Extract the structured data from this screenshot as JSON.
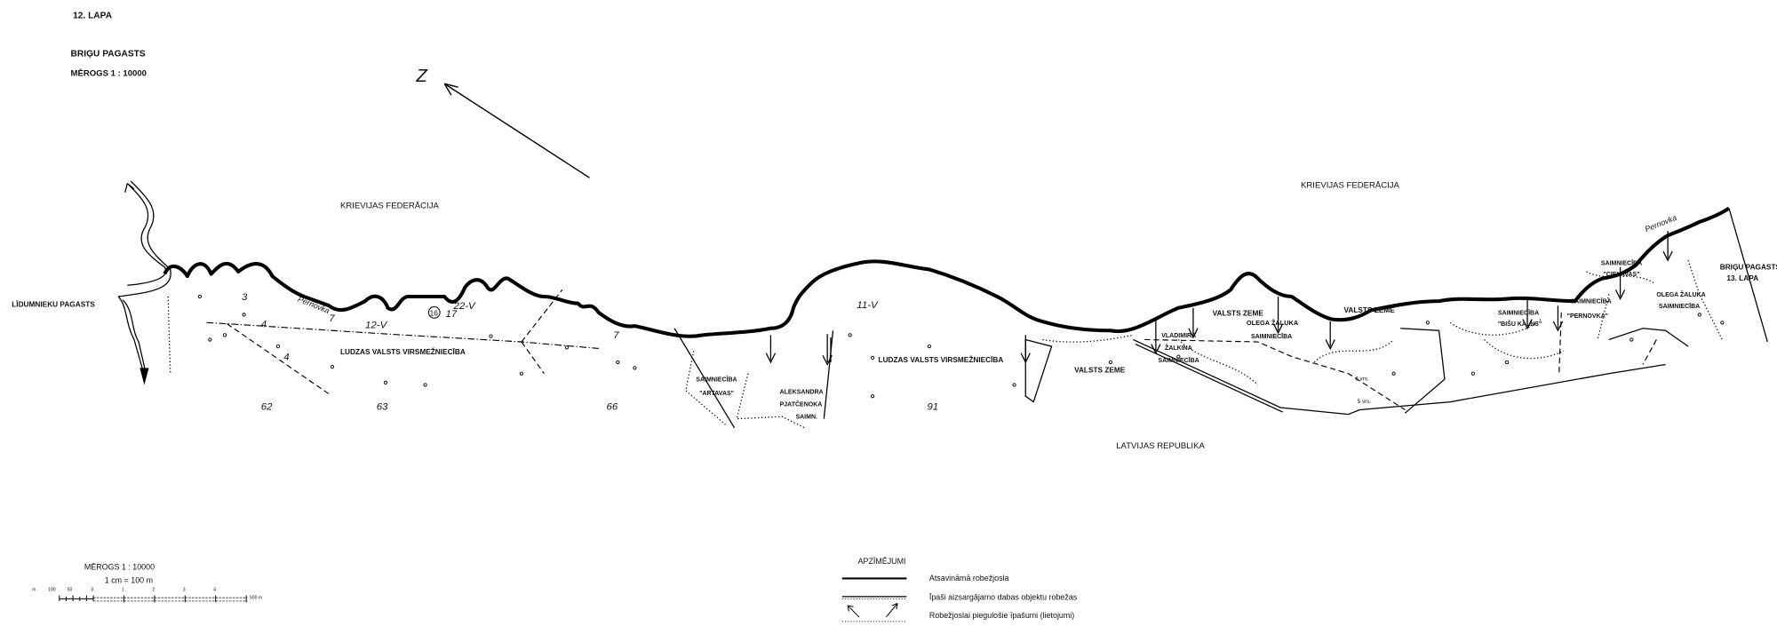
{
  "header": {
    "sheet": "12. LAPA",
    "parish": "BRIĢU PAGASTS",
    "scale": "MĒROGS 1 : 10000"
  },
  "north_arrow": {
    "label": "Z"
  },
  "map": {
    "neighbors": {
      "russia_west": "KRIEVIJAS  FEDERĀCIJA",
      "russia_east": "KRIEVIJAS  FEDERĀCIJA",
      "latvia": "LATVIJAS  REPUBLIKA",
      "lidumnieku": "LĪDUMNIEKU PAGASTS",
      "next_sheet_line1": "BRIĢU PAGASTS",
      "next_sheet_line2": "13. LAPA"
    },
    "forestry": [
      "LUDZAS VALSTS VIRSMEŽNIECĪBA",
      "LUDZAS VALSTS VIRSMEŽNIECĪBA"
    ],
    "river": [
      "Pernovka",
      "Pernovka"
    ],
    "compartments": [
      "3",
      "62",
      "63",
      "66",
      "91",
      "7",
      "7",
      "4",
      "4",
      "16",
      "17"
    ],
    "border_marks": [
      "12-V",
      "22-V",
      "11-V"
    ],
    "state_land": [
      "VALSTS ZEME",
      "VALSTS ZEME",
      "VALSTS ZEME"
    ],
    "farms": {
      "artavas": [
        "SAIMNIECĪBA",
        "\"ARTAVAS\""
      ],
      "pjatcenoka": [
        "ALEKSANDRA",
        "PJATČENOKA",
        "SAIMN."
      ],
      "zalkina": [
        "VLADIMIRA",
        "ŽALKINA",
        "SAIMNIECĪBA"
      ],
      "zaluka1": [
        "OLEGA ŽALUKA",
        "SAIMNIECĪBA"
      ],
      "bisu_kalns": [
        "SAIMNIECĪBA",
        "\"BIŠU KALNS\""
      ],
      "pernovka": [
        "SAIMNIECĪBA",
        "\"PERNOVKA\""
      ],
      "cielavas": [
        "SAIMNIECĪBA",
        "\"CIELAVAS\""
      ],
      "zaluka2": [
        "OLEGA ŽALUKA",
        "SAIMNIECĪBA"
      ]
    },
    "buildings": [
      "6 vrs.",
      "5 vrs."
    ]
  },
  "scale_block": {
    "title": "MĒROGS  1 : 10000",
    "ratio": "1 cm = 100  m",
    "ticks": [
      "m",
      "100",
      "50",
      "0",
      "1",
      "2",
      "3",
      "4",
      "500 m"
    ]
  },
  "legend": {
    "title": "APZĪMĒJUMI",
    "items": [
      "Atsavināmā robežjosla",
      "Īpaši aizsargājamo dabas objektu robežas",
      "Robežjoslai piegulošie īpašumi (lietojumi)"
    ]
  }
}
